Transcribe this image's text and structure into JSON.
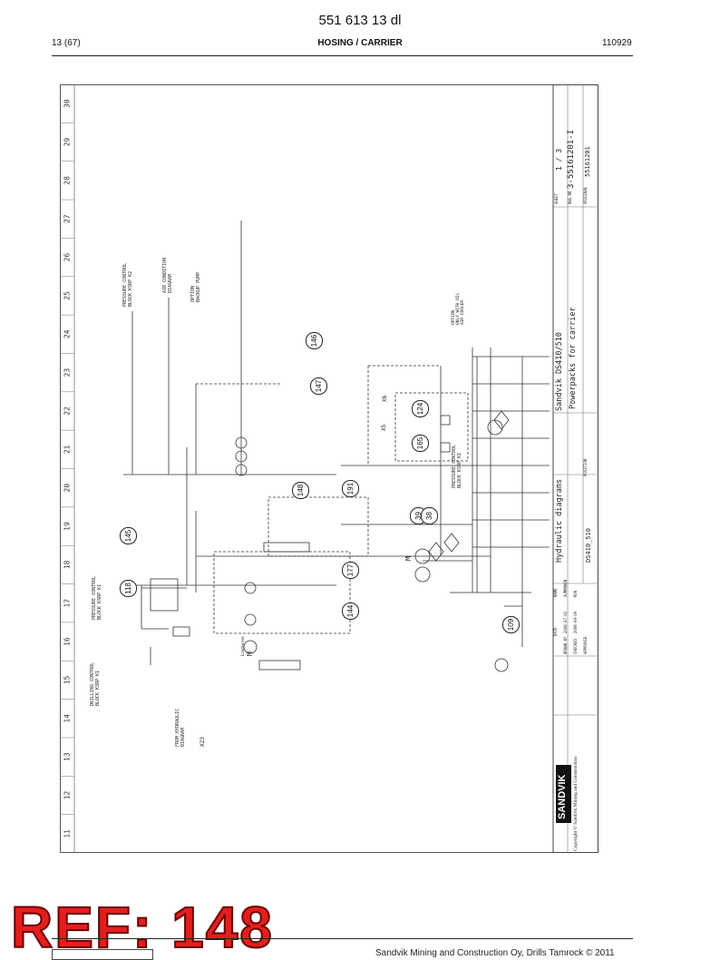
{
  "header": {
    "doc_number": "551 613 13 dl",
    "page": "13 (67)",
    "section": "HOSING / CARRIER",
    "date_code": "110929"
  },
  "grid_columns": [
    "11",
    "12",
    "13",
    "14",
    "15",
    "16",
    "17",
    "18",
    "19",
    "20",
    "21",
    "22",
    "23",
    "24",
    "25",
    "26",
    "27",
    "28",
    "29",
    "30"
  ],
  "callouts": [
    "146",
    "147",
    "148",
    "145",
    "118",
    "144",
    "177",
    "191",
    "165",
    "124",
    "39",
    "38",
    "109"
  ],
  "labels": {
    "pressure_control_k2": "PRESSURE CONTROL\nBLOCK KSRP K2",
    "air_condition": "AIR CONDITION\nDIAGRAM",
    "option_backup_pump": "OPTION\nBACKUP PUMP",
    "pressure_control_k1_upper": "PRESSURE CONTROL\nBLOCK KSRP K1",
    "pressure_control_k1": "PRESSURE CONTROL\nBLOCK KSRP K1",
    "drilling_control": "DRILLING CONTROL\nBLOCK KSRP K1",
    "from_hydraulic": "FROM HYDRAULIC\nDIAGRAM",
    "x23": "X23",
    "x5": "X5",
    "x6": "X6",
    "option_text": "OPTION\nONLY WITH OIL\nAIR COOLER",
    "m1": "M",
    "m2": "M",
    "loadsense": "Loadsense"
  },
  "title_block": {
    "company": "SANDVIK",
    "copyright": "Copyright © Sandvik Mining and Construction",
    "machine": "Sandvik DS410/510",
    "title": "Powerpacks for carrier",
    "doc_type": "Hydraulic diagrams",
    "model": "DS410_510",
    "sheet_label": "SHEET",
    "sheet": "1 / 3",
    "dwg_label": "DWG NR",
    "dwg": "3-55161201-I",
    "orig_label": "ORIGINAL",
    "orig": "55161201",
    "name_label": "NAME",
    "date_label": "DATE",
    "drawn_label": "DRAWN BY",
    "drawn_date": "2008-07-02",
    "drawn_name": "SUMMANEN",
    "checked_label": "CHECKED",
    "checked_date": "2008-09-09",
    "checked_name": "MJK",
    "approved_label": "APPROVED",
    "position_label": "POSITION"
  },
  "ref_badge": "REF: 148",
  "footer": "Sandvik Mining and Construction Oy, Drills Tamrock © 2011"
}
